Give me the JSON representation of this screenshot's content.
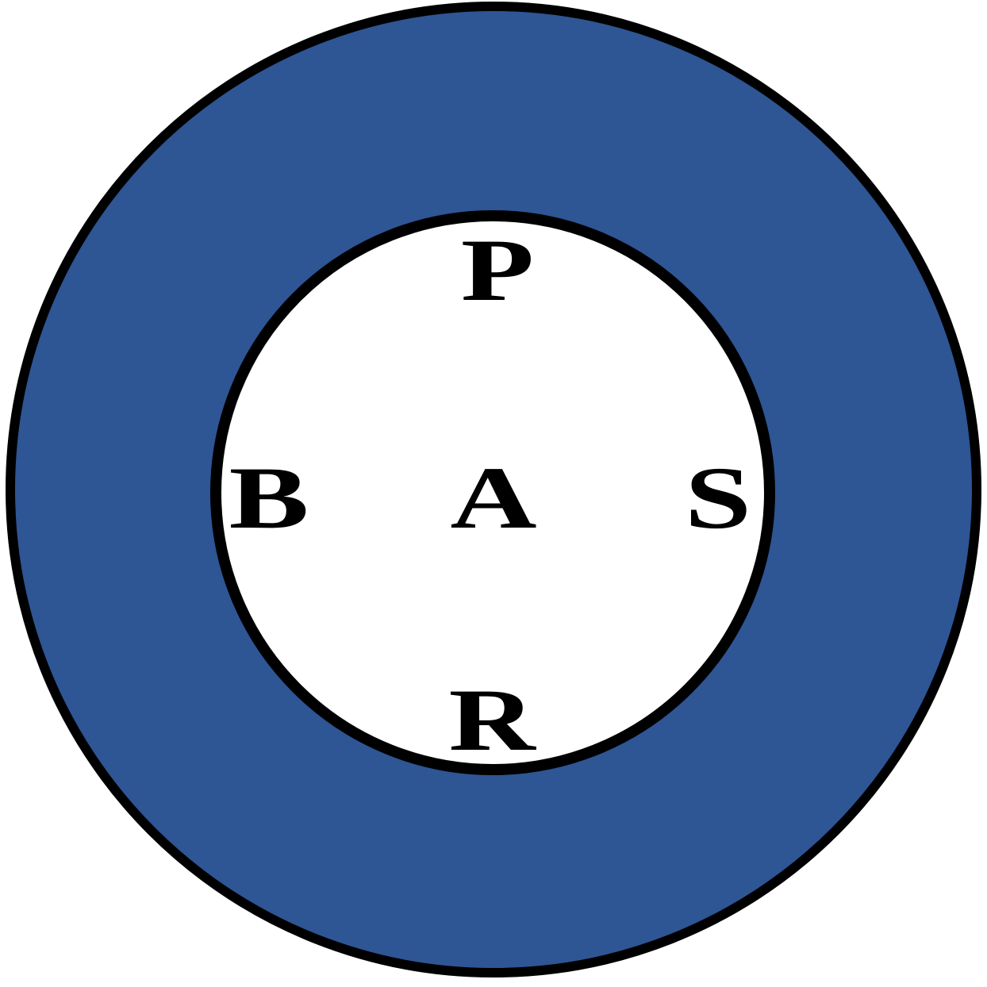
{
  "colors": {
    "ring": "#2E5594",
    "outline": "#000000",
    "center": "#FFFFFF"
  },
  "labels": {
    "top": "P",
    "left": "B",
    "center": "A",
    "right": "S",
    "bottom": "R"
  }
}
